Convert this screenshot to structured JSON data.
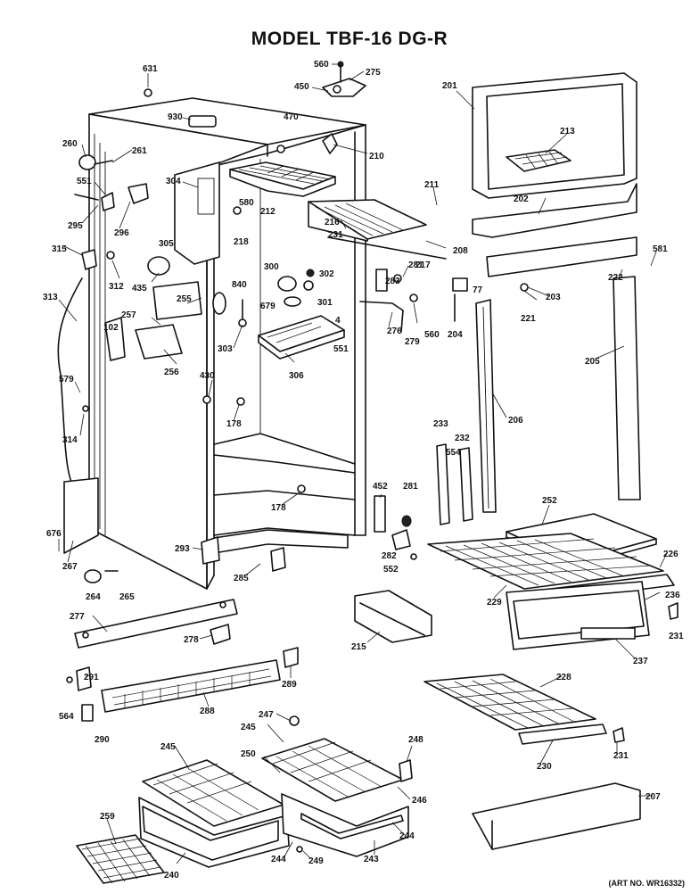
{
  "title": "MODEL TBF-16 DG-R",
  "art_number": "(ART NO. WR16332)",
  "parts": [
    {
      "n": "560"
    },
    {
      "n": "275"
    },
    {
      "n": "450"
    },
    {
      "n": "631"
    },
    {
      "n": "201"
    },
    {
      "n": "930"
    },
    {
      "n": "470"
    },
    {
      "n": "260"
    },
    {
      "n": "261"
    },
    {
      "n": "210"
    },
    {
      "n": "213"
    },
    {
      "n": "551"
    },
    {
      "n": "304"
    },
    {
      "n": "211"
    },
    {
      "n": "580"
    },
    {
      "n": "212"
    },
    {
      "n": "295"
    },
    {
      "n": "296"
    },
    {
      "n": "218"
    },
    {
      "n": "202"
    },
    {
      "n": "305"
    },
    {
      "n": "216"
    },
    {
      "n": "315"
    },
    {
      "n": "208"
    },
    {
      "n": "581"
    },
    {
      "n": "217"
    },
    {
      "n": "300"
    },
    {
      "n": "302"
    },
    {
      "n": "231"
    },
    {
      "n": "281"
    },
    {
      "n": "312"
    },
    {
      "n": "222"
    },
    {
      "n": "840"
    },
    {
      "n": "283"
    },
    {
      "n": "77"
    },
    {
      "n": "313"
    },
    {
      "n": "435"
    },
    {
      "n": "255"
    },
    {
      "n": "679"
    },
    {
      "n": "301"
    },
    {
      "n": "203"
    },
    {
      "n": "257"
    },
    {
      "n": "221"
    },
    {
      "n": "4"
    },
    {
      "n": "276"
    },
    {
      "n": "560"
    },
    {
      "n": "102"
    },
    {
      "n": "204"
    },
    {
      "n": "279"
    },
    {
      "n": "303"
    },
    {
      "n": "551"
    },
    {
      "n": "256"
    },
    {
      "n": "306"
    },
    {
      "n": "205"
    },
    {
      "n": "430"
    },
    {
      "n": "579"
    },
    {
      "n": "178"
    },
    {
      "n": "206"
    },
    {
      "n": "314"
    },
    {
      "n": "233"
    },
    {
      "n": "232"
    },
    {
      "n": "554"
    },
    {
      "n": "178"
    },
    {
      "n": "452"
    },
    {
      "n": "281"
    },
    {
      "n": "252"
    },
    {
      "n": "676"
    },
    {
      "n": "293"
    },
    {
      "n": "282"
    },
    {
      "n": "226"
    },
    {
      "n": "552"
    },
    {
      "n": "285"
    },
    {
      "n": "267"
    },
    {
      "n": "229"
    },
    {
      "n": "236"
    },
    {
      "n": "264"
    },
    {
      "n": "265"
    },
    {
      "n": "231"
    },
    {
      "n": "277"
    },
    {
      "n": "215"
    },
    {
      "n": "237"
    },
    {
      "n": "278"
    },
    {
      "n": "291"
    },
    {
      "n": "289"
    },
    {
      "n": "228"
    },
    {
      "n": "564"
    },
    {
      "n": "288"
    },
    {
      "n": "290"
    },
    {
      "n": "247"
    },
    {
      "n": "231"
    },
    {
      "n": "245"
    },
    {
      "n": "230"
    },
    {
      "n": "245"
    },
    {
      "n": "248"
    },
    {
      "n": "250"
    },
    {
      "n": "246"
    },
    {
      "n": "207"
    },
    {
      "n": "259"
    },
    {
      "n": "244"
    },
    {
      "n": "244"
    },
    {
      "n": "240"
    },
    {
      "n": "249"
    },
    {
      "n": "243"
    }
  ]
}
